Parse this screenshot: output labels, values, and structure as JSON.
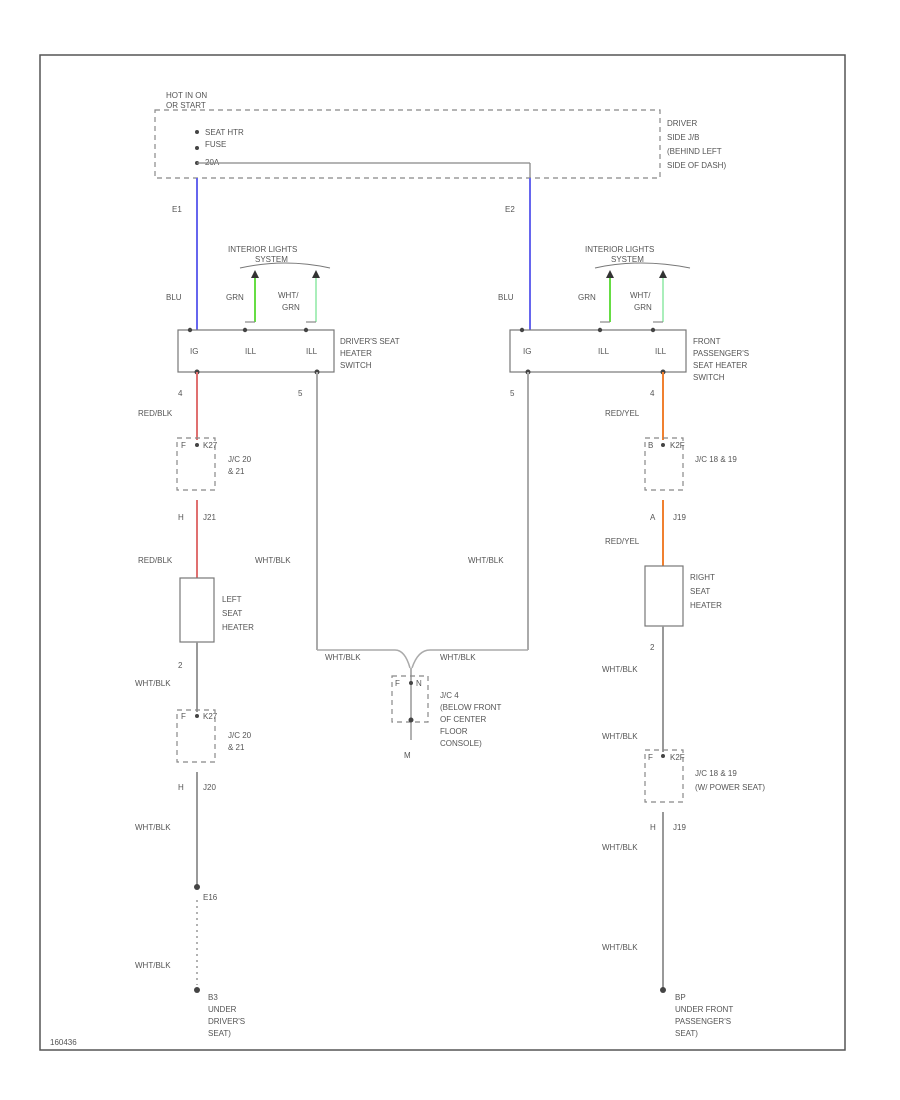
{
  "fuse_block": {
    "hot_label": "HOT IN ON",
    "hot_sub": "OR START",
    "fuse_name": "SEAT HTR",
    "fuse_word": "FUSE",
    "fuse_amp": "20A",
    "jb_lines": [
      "DRIVER",
      "SIDE J/B",
      "(BEHIND LEFT",
      "SIDE OF DASH)"
    ]
  },
  "connectors": {
    "left_top": "E1",
    "right_top": "E2"
  },
  "left_switch": {
    "lights_label": "INTERIOR LIGHTS",
    "lights_sub": "SYSTEM",
    "wire_blu": "BLU",
    "wire_grn": "GRN",
    "wire_wht": "WHT/",
    "wire_wht2": "GRN",
    "terms": [
      "IG",
      "ILL",
      "ILL"
    ],
    "name": [
      "DRIVER'S SEAT",
      "HEATER",
      "SWITCH"
    ],
    "pin_left": "4",
    "pin_right": "5"
  },
  "right_switch": {
    "lights_label": "INTERIOR LIGHTS",
    "lights_sub": "SYSTEM",
    "wire_blu": "BLU",
    "wire_grn": "GRN",
    "wire_wht": "WHT/",
    "wire_wht2": "GRN",
    "terms": [
      "IG",
      "ILL",
      "ILL"
    ],
    "name": [
      "FRONT",
      "PASSENGER'S",
      "SEAT HEATER",
      "SWITCH"
    ],
    "pin_left": "5",
    "pin_right": "4"
  },
  "left_chain": {
    "red_wire": "RED/BLK",
    "jc_pin": "F",
    "jc_code": "K27",
    "jc_name": [
      "J/C 20",
      "& 21"
    ],
    "jc_pin2": "H",
    "jc_code2": "J21",
    "red_wire2": "RED/BLK",
    "heater": [
      "LEFT",
      "SEAT",
      "HEATER"
    ],
    "heater_pin": "2",
    "wht1": "WHT/BLK",
    "jc2_pin": "F",
    "jc2_code": "K27",
    "jc2_name": [
      "J/C 20",
      "& 21"
    ],
    "jc2_pin2": "H",
    "jc2_code2": "J20",
    "wht2": "WHT/BLK",
    "conn": "E16",
    "wht3": "WHT/BLK",
    "ground_code": "B3",
    "ground": [
      "UNDER",
      "DRIVER'S",
      "SEAT)"
    ]
  },
  "center": {
    "wht_left": "WHT/BLK",
    "wht_right": "WHT/BLK",
    "wht_h_left": "WHT/BLK",
    "wht_h_right": "WHT/BLK",
    "jc_pin": "F",
    "jc_code": "N",
    "jc_name": [
      "J/C 4",
      "(BELOW FRONT",
      "OF CENTER",
      "FLOOR",
      "CONSOLE)"
    ],
    "jc_pin2": "M"
  },
  "right_chain": {
    "red_wire": "RED/YEL",
    "jc_pin": "B",
    "jc_code": "K2F",
    "jc_name": [
      "J/C 18 & 19"
    ],
    "jc_pin2": "A",
    "jc_code2": "J19",
    "red_wire2": "RED/YEL",
    "heater": [
      "RIGHT",
      "SEAT",
      "HEATER"
    ],
    "heater_pin": "2",
    "wht1": "WHT/BLK",
    "wht1b": "WHT/BLK",
    "jc2_pin": "F",
    "jc2_code": "K2F",
    "jc2_name": [
      "J/C 18 & 19",
      "(W/ POWER SEAT)"
    ],
    "jc2_pin2": "H",
    "jc2_code2": "J19",
    "wht2": "WHT/BLK",
    "wht3": "WHT/BLK",
    "ground_code": "BP",
    "ground": [
      "UNDER FRONT",
      "PASSENGER'S",
      "SEAT)"
    ]
  },
  "footer_code": "160436",
  "colors": {
    "blu": "#6666ee",
    "grn": "#66dd44",
    "wht_grn": "#aaeebb",
    "red_blk": "#e07070",
    "red_yel": "#f08030",
    "wht_blk": "#999999"
  }
}
